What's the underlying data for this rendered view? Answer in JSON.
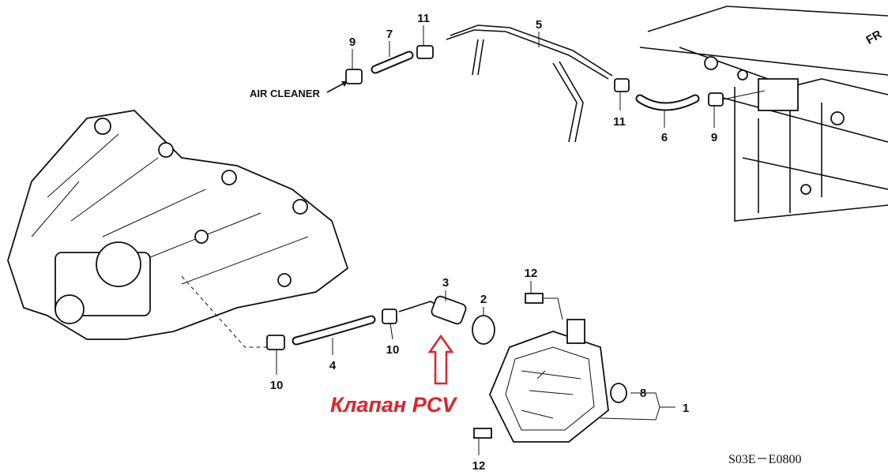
{
  "diagram": {
    "orientation_label": "FR",
    "air_cleaner_label": "AIR CLEANER",
    "callouts": {
      "clamp_9_top": "9",
      "hose_7": "7",
      "clamp_11_top": "11",
      "pipe_5": "5",
      "clamp_11_right": "11",
      "hose_6": "6",
      "clamp_9_right": "9",
      "pcv_valve_3": "3",
      "grommet_2": "2",
      "bolt_12_top": "12",
      "clamp_10_right": "10",
      "hose_4": "4",
      "clamp_10_left": "10",
      "oring_8": "8",
      "chamber_1": "1",
      "bolt_12_bottom": "12"
    },
    "annotation": "Клапан PCV",
    "annotation_color": "#e8202a",
    "drawing_code": "S03E－E0800"
  }
}
